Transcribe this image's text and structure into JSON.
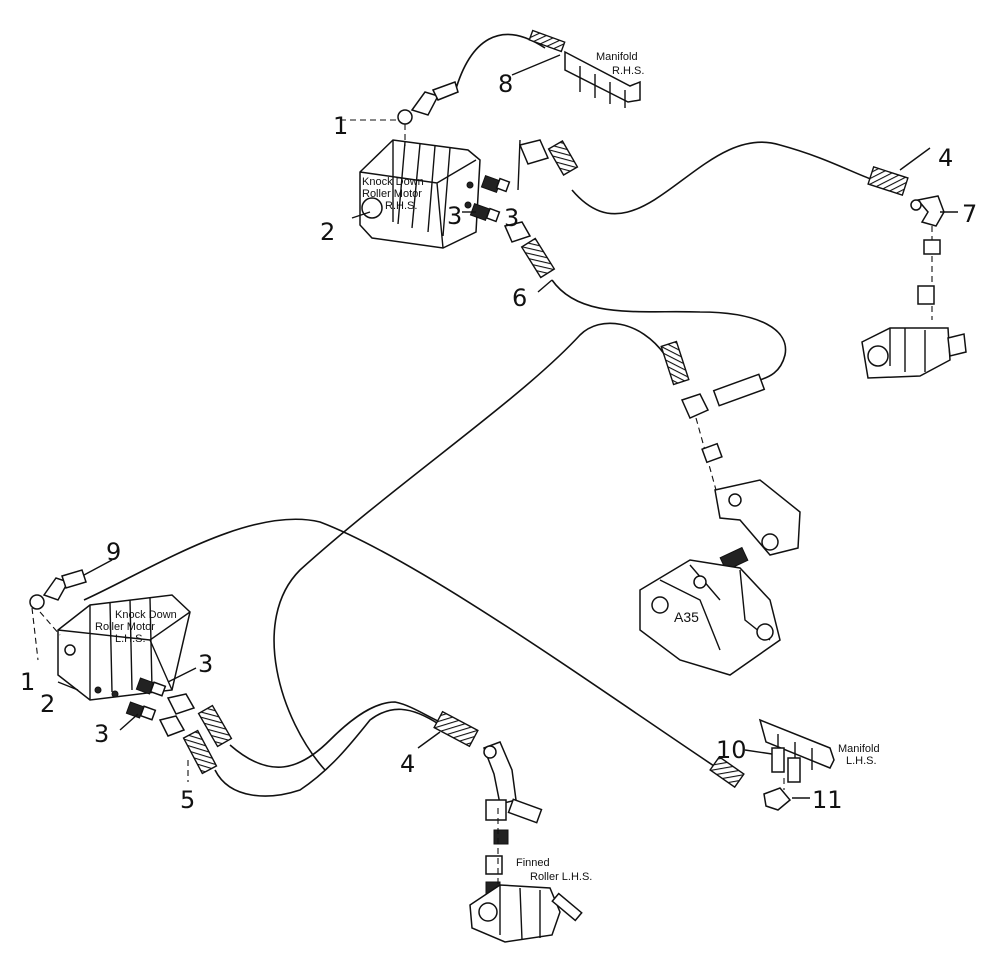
{
  "callouts": {
    "n1_top": "1",
    "n2_top": "2",
    "n3_top_a": "3",
    "n3_top_b": "3",
    "n4_top": "4",
    "n6": "6",
    "n7": "7",
    "n8": "8",
    "n9": "9",
    "n1_bot": "1",
    "n2_bot": "2",
    "n3_bot_a": "3",
    "n3_bot_b": "3",
    "n4_bot": "4",
    "n5": "5",
    "n10": "10",
    "n11": "11"
  },
  "labels": {
    "manifold_rhs_1": "Manifold",
    "manifold_rhs_2": "R.H.S.",
    "motor_rhs_1": "Knock Down",
    "motor_rhs_2": "Roller Motor",
    "motor_rhs_3": "R.H.S.",
    "motor_lhs_1": "Knock Down",
    "motor_lhs_2": "Roller Motor",
    "motor_lhs_3": "L.H.S.",
    "valve": "A35",
    "manifold_lhs_1": "Manifold",
    "manifold_lhs_2": "L.H.S.",
    "finned_1": "Finned",
    "finned_2": "Roller L.H.S."
  }
}
